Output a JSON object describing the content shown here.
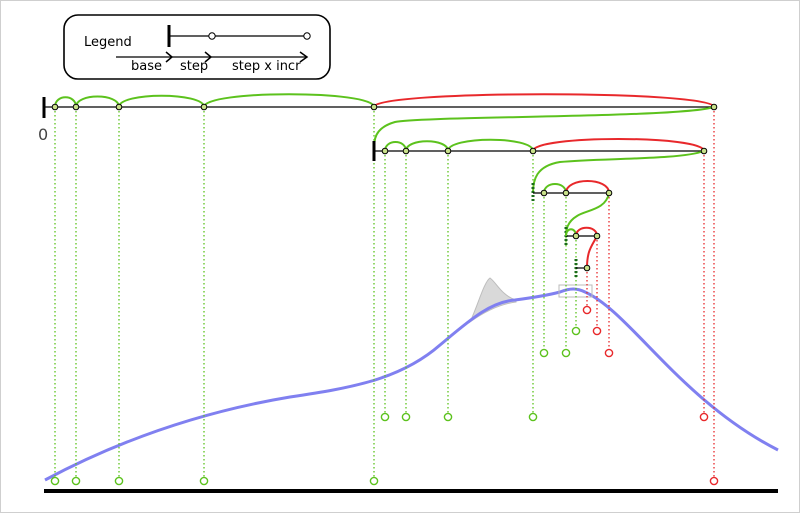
{
  "legend": {
    "title": "Legend",
    "base_label": "base",
    "step_label": "step",
    "incr_label": "step x incr"
  },
  "axis": {
    "zero_label": "0"
  },
  "colors": {
    "success": "#5cc21d",
    "overshoot": "#e8282b",
    "function_curve": "#8080f0",
    "peak_fill": "#d9d9d9"
  }
}
